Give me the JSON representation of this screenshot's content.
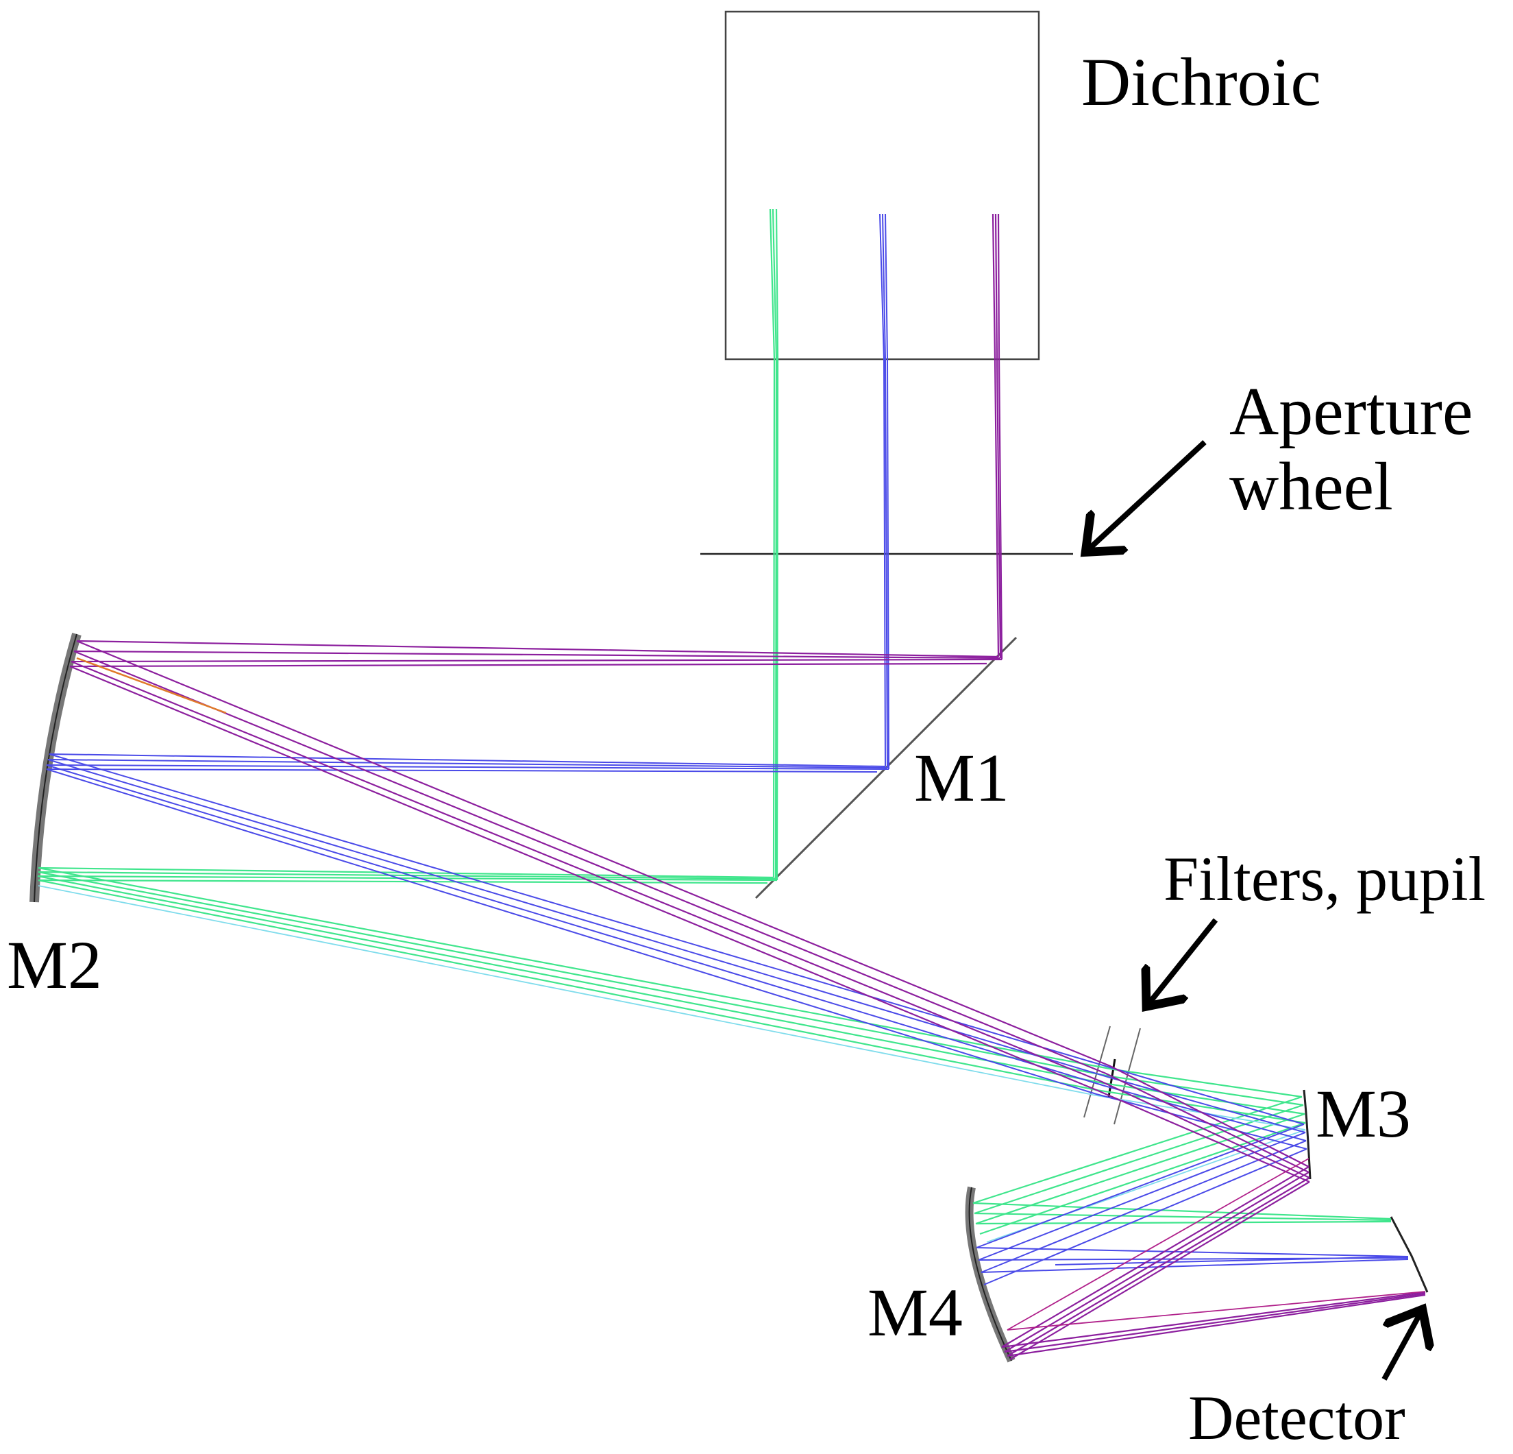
{
  "labels": {
    "dichroic": "Dichroic",
    "aperture_line1": "Aperture",
    "aperture_line2": "wheel",
    "m1": "M1",
    "m2": "M2",
    "filters": "Filters, pupil",
    "m3": "M3",
    "m4": "M4",
    "detector": "Detector"
  },
  "colors": {
    "green": "#3fe58c",
    "blue": "#4a4ae8",
    "purple": "#8c1f9e",
    "magenta": "#b0208a",
    "cyan": "#7fdcec",
    "orange": "#e07a2a",
    "element": "#333333"
  },
  "components": [
    {
      "name": "dichroic-box",
      "label": "Dichroic"
    },
    {
      "name": "aperture-wheel",
      "label": "Aperture wheel"
    },
    {
      "name": "mirror-m1",
      "label": "M1"
    },
    {
      "name": "mirror-m2",
      "label": "M2"
    },
    {
      "name": "filters-pupil",
      "label": "Filters, pupil"
    },
    {
      "name": "mirror-m3",
      "label": "M3"
    },
    {
      "name": "mirror-m4",
      "label": "M4"
    },
    {
      "name": "detector",
      "label": "Detector"
    }
  ]
}
